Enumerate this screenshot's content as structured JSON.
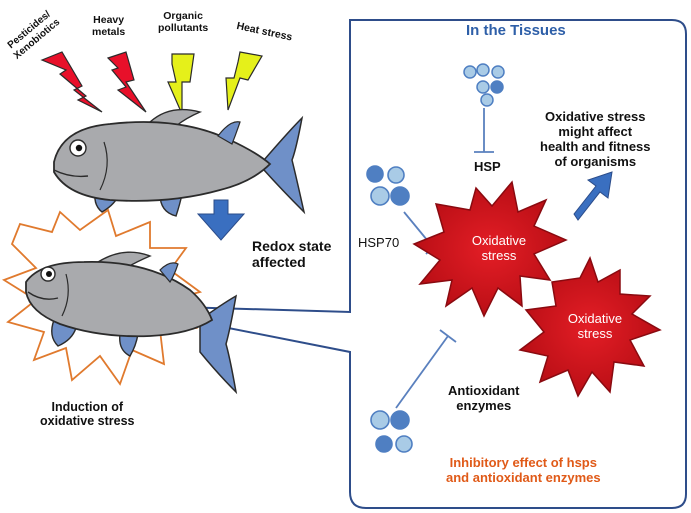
{
  "stressors": [
    {
      "label": "Pesticides/\nXenobiotics",
      "color": "#e8102a"
    },
    {
      "label": "Heavy\nmetals",
      "color": "#e8102a"
    },
    {
      "label": "Organic\npollutants",
      "color": "#e5f01a"
    },
    {
      "label": "Heat stress",
      "color": "#e5f01a"
    }
  ],
  "redox_label": "Redox state\naffected",
  "induction_label": "Induction of\noxidative stress",
  "tissue_title": "In the Tissues",
  "hsp_label": "HSP",
  "hsp70_label": "HSP70",
  "antioxidant_label": "Antioxidant\nenzymes",
  "oxidative_stress_1": "Oxidative\nstress",
  "oxidative_stress_2": "Oxidative\nstress",
  "effect_label": "Oxidative stress\nmight affect\nhealth and fitness\nof organisms",
  "inhibitory_label": "Inhibitory effect of hsps\nand antioxidant enzymes",
  "colors": {
    "panel_border": "#2e4d8a",
    "title": "#2e5fa8",
    "burst_red": "#cc1019",
    "burst_text": "#ffffff",
    "arrow_blue": "#3a6fc0",
    "inhibitory_text": "#e05a18",
    "fish_body": "#a9aaad",
    "fin_blue": "#6f90c8",
    "circle_light": "#a9cbe6",
    "circle_dark": "#4f7fc2"
  }
}
